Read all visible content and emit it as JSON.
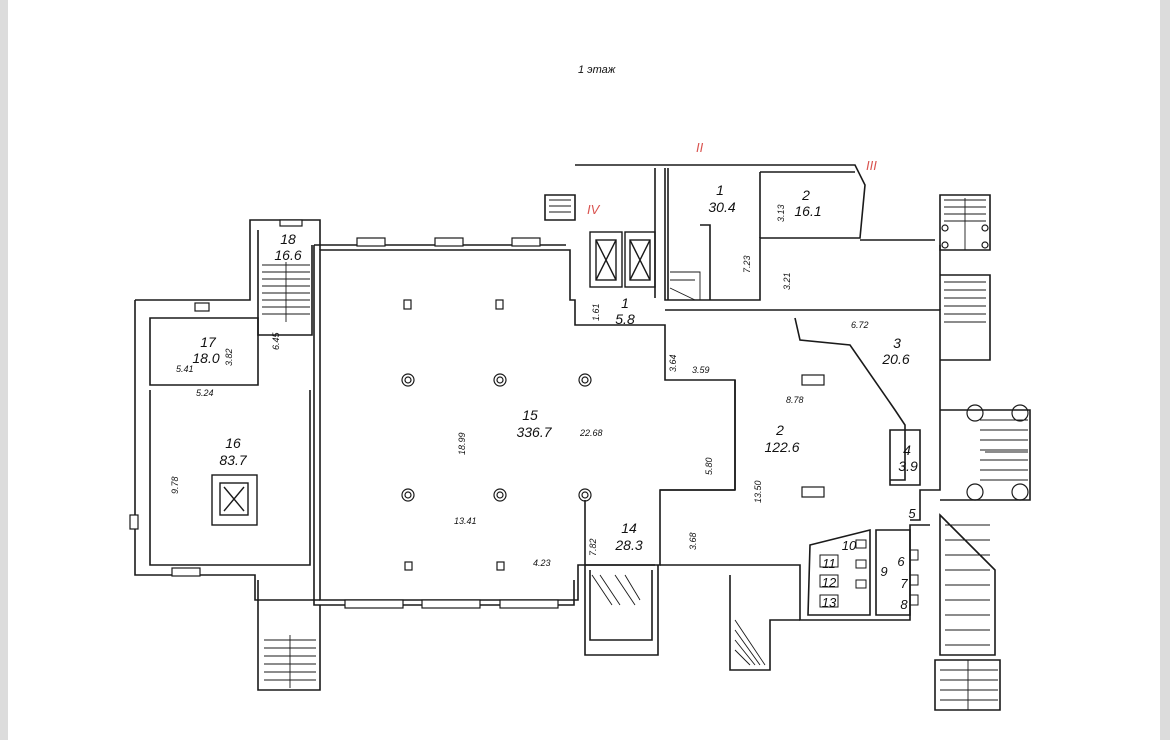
{
  "plan": {
    "floor_title": "1 этаж",
    "marks": [
      "II",
      "III",
      "IV"
    ],
    "rooms": [
      {
        "no": "1",
        "area": "30.4"
      },
      {
        "no": "2",
        "area": "16.1"
      },
      {
        "no": "3",
        "area": "20.6"
      },
      {
        "no": "2",
        "area": "122.6"
      },
      {
        "no": "4",
        "area": "3.9"
      },
      {
        "no": "1",
        "area": "5.8"
      },
      {
        "no": "15",
        "area": "336.7"
      },
      {
        "no": "14",
        "area": "28.3"
      },
      {
        "no": "16",
        "area": "83.7"
      },
      {
        "no": "17",
        "area": "18.0"
      },
      {
        "no": "18",
        "area": "16.6"
      }
    ],
    "small_rooms": [
      "5",
      "6",
      "7",
      "8",
      "9",
      "10",
      "11",
      "12",
      "13"
    ],
    "dimensions": [
      "3.13",
      "7.23",
      "3.21",
      "6.72",
      "8.78",
      "13.50",
      "3.64",
      "3.59",
      "5.80",
      "3.68",
      "7.82",
      "4.23",
      "13.41",
      "18.99",
      "22.68",
      "1.61",
      "6.45",
      "3.82",
      "5.41",
      "5.24",
      "9.78"
    ],
    "colors": {
      "line": "#1a1a1a",
      "accent": "#d9534f",
      "frame": "#dcdcdc"
    }
  }
}
